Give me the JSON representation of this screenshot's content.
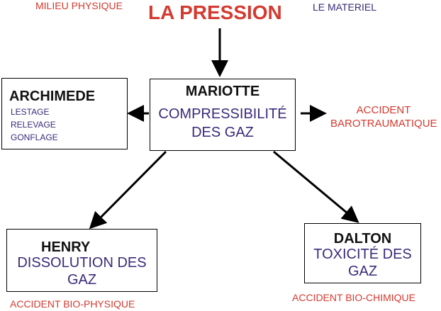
{
  "header": {
    "title": "LA PRESSION",
    "left_label": "MILIEU PHYSIQUE",
    "right_label": "LE MATERIEL"
  },
  "nodes": {
    "archimede": {
      "title": "ARCHIMEDE",
      "items": [
        "LESTAGE",
        "RELEVAGE",
        "GONFLAGE"
      ]
    },
    "mariotte": {
      "title": "MARIOTTE",
      "line1": "COMPRESSIBILITÉ",
      "line2": "DES GAZ"
    },
    "henry": {
      "title": "HENRY",
      "line1": "DISSOLUTION DES",
      "line2": "GAZ"
    },
    "dalton": {
      "title": "DALTON",
      "line1": "TOXICITÉ DES",
      "line2": "GAZ"
    }
  },
  "outcomes": {
    "mariotte_line1": "ACCIDENT",
    "mariotte_line2": "BAROTRAUMATIQUE",
    "henry": "ACCIDENT BIO-PHYSIQUE",
    "dalton": "ACCIDENT BIO-CHIMIQUE"
  },
  "colors": {
    "title": "#d43a2f",
    "accent_blue": "#3a2a7a",
    "outcome_red": "#d43a2f"
  }
}
